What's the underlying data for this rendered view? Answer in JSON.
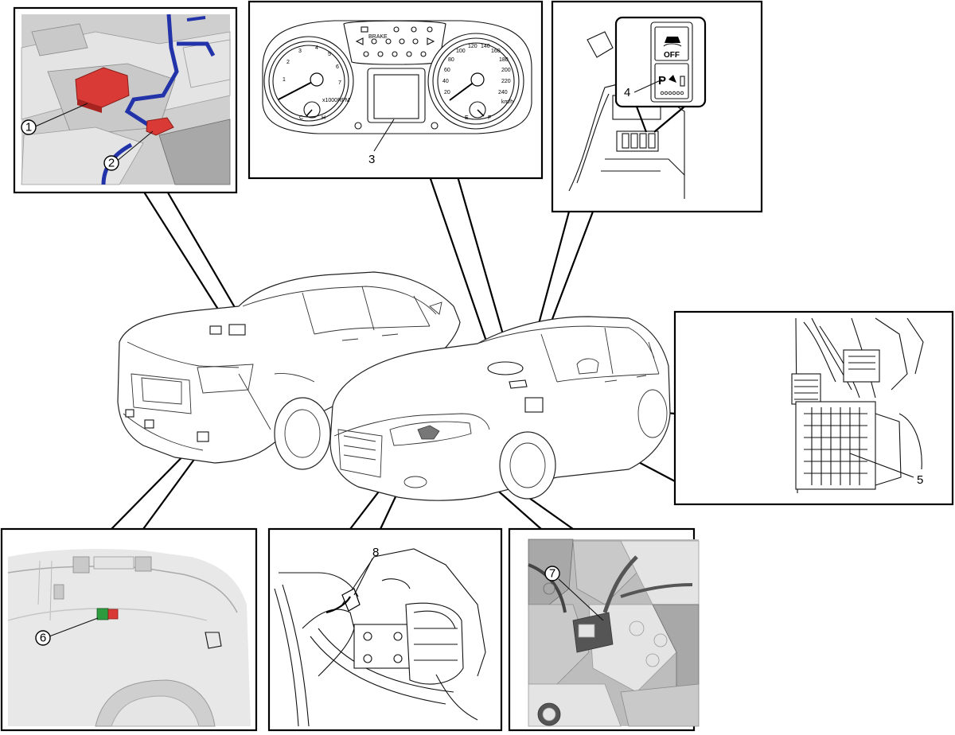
{
  "callouts": {
    "c1": "1",
    "c2": "2",
    "c3": "3",
    "c4": "4",
    "c5": "5",
    "c6": "6",
    "c7": "7",
    "c8": "8"
  },
  "cluster": {
    "brake_label": "BRAKE",
    "tach_unit": "x1000RPM",
    "speed_unit": "km/h",
    "fuel_left": "E",
    "fuel_right": "F",
    "temp_left": "C",
    "temp_right": "H",
    "speed_ticks": [
      "20",
      "40",
      "60",
      "80",
      "100",
      "120",
      "140",
      "160",
      "180",
      "200",
      "220",
      "240"
    ],
    "rpm_ticks": [
      "1",
      "2",
      "3",
      "4",
      "5",
      "6",
      "7"
    ]
  },
  "switch": {
    "off_label": "OFF",
    "park_label": "P"
  },
  "colors": {
    "highlight_red": "#d93a35",
    "wiring_blue": "#2233aa",
    "connector_green": "#2e9b3e"
  }
}
